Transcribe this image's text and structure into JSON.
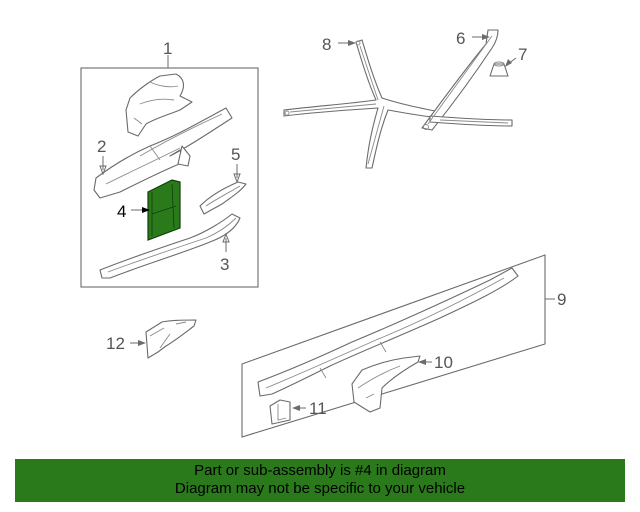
{
  "callouts": {
    "c1": "1",
    "c2": "2",
    "c3": "3",
    "c4": "4",
    "c5": "5",
    "c6": "6",
    "c7": "7",
    "c8": "8",
    "c9": "9",
    "c10": "10",
    "c11": "11",
    "c12": "12"
  },
  "highlighted_part": "4",
  "colors": {
    "highlight": "#2a7a1c",
    "banner": "#2a7a1c",
    "line": "#6b6b6b"
  },
  "banner": {
    "line1": "Part or sub-assembly is #4 in diagram",
    "line2": "Diagram may not be specific to your vehicle"
  }
}
